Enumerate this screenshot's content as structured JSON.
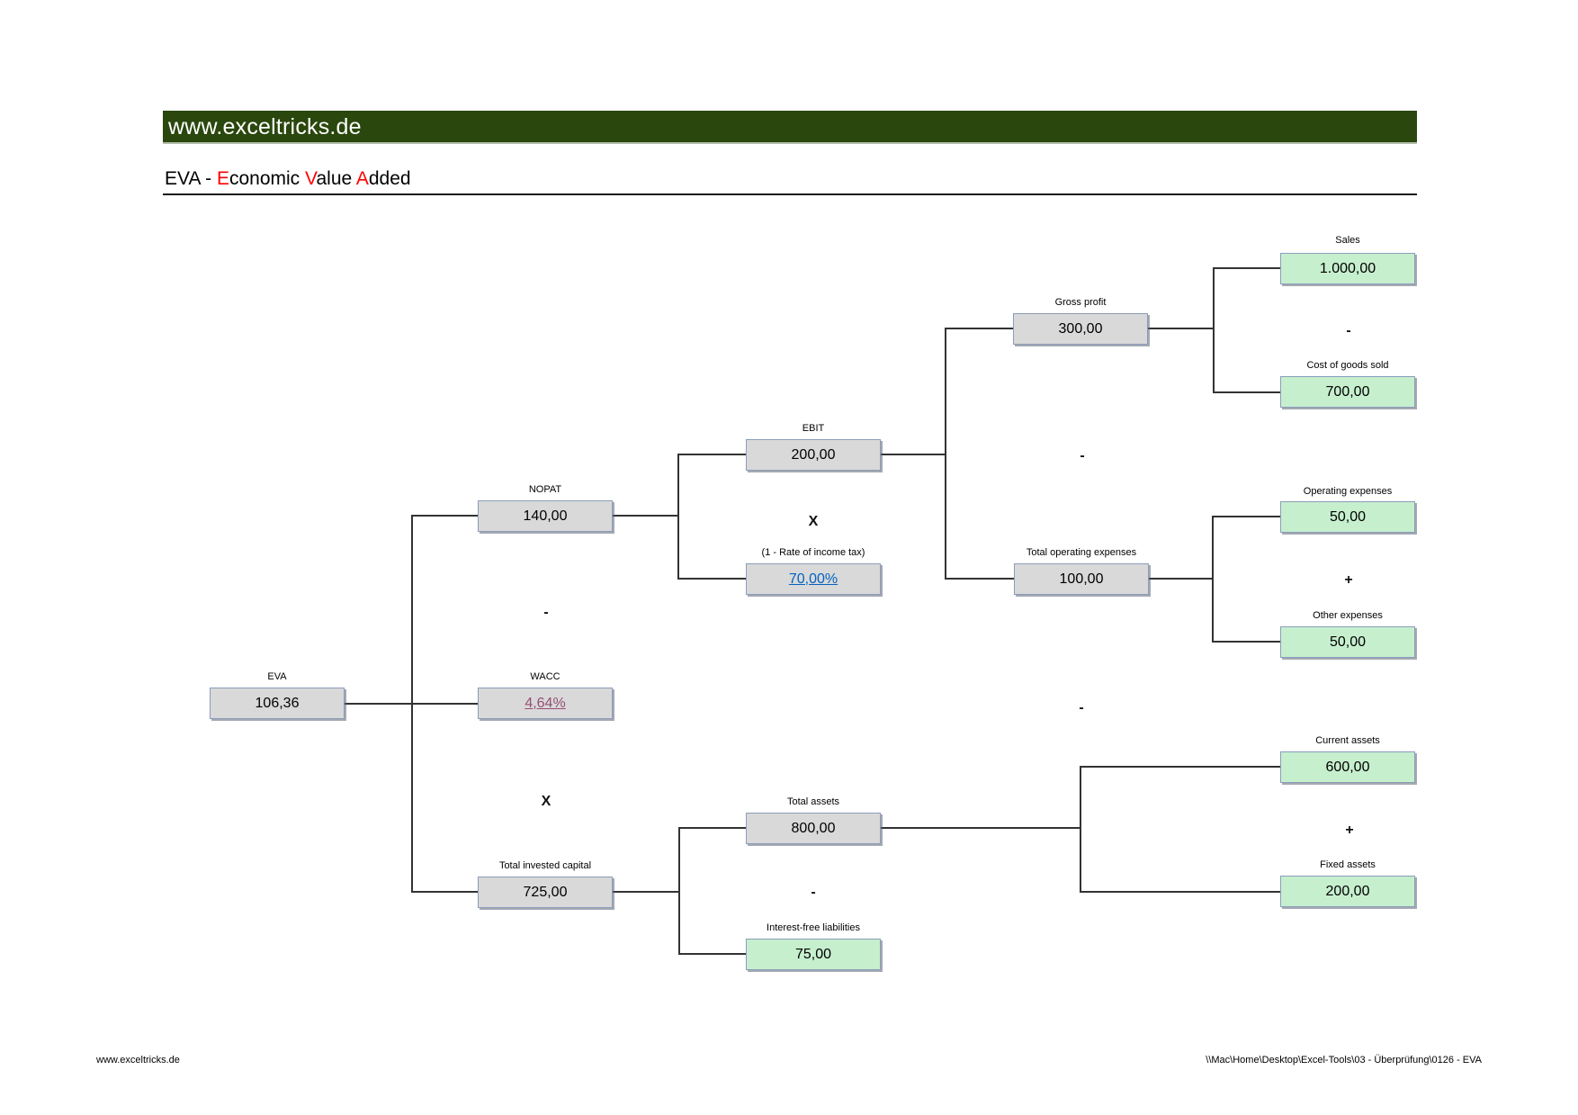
{
  "banner": {
    "text": "www.exceltricks.de"
  },
  "title": {
    "segments": [
      {
        "text": "EVA - ",
        "color": "black"
      },
      {
        "text": "E",
        "color": "red"
      },
      {
        "text": "conomic ",
        "color": "black"
      },
      {
        "text": "V",
        "color": "red"
      },
      {
        "text": "alue ",
        "color": "black"
      },
      {
        "text": "A",
        "color": "red"
      },
      {
        "text": "dded",
        "color": "black"
      }
    ]
  },
  "nodes": {
    "eva": {
      "label": "EVA",
      "value": "106,36"
    },
    "nopat": {
      "label": "NOPAT",
      "value": "140,00"
    },
    "wacc": {
      "label": "WACC",
      "value": "4,64%"
    },
    "tic": {
      "label": "Total invested capital",
      "value": "725,00"
    },
    "ebit": {
      "label": "EBIT",
      "value": "200,00"
    },
    "tax": {
      "label": "(1 - Rate of income tax)",
      "value": "70,00%"
    },
    "total_assets": {
      "label": "Total assets",
      "value": "800,00"
    },
    "ifl": {
      "label": "Interest-free liabilities",
      "value": "75,00"
    },
    "gross_profit": {
      "label": "Gross profit",
      "value": "300,00"
    },
    "toe": {
      "label": "Total operating expenses",
      "value": "100,00"
    },
    "sales": {
      "label": "Sales",
      "value": "1.000,00"
    },
    "cogs": {
      "label": "Cost of goods sold",
      "value": "700,00"
    },
    "opex": {
      "label": "Operating expenses",
      "value": "50,00"
    },
    "other_expenses": {
      "label": "Other expenses",
      "value": "50,00"
    },
    "current_assets": {
      "label": "Current assets",
      "value": "600,00"
    },
    "fixed_assets": {
      "label": "Fixed assets",
      "value": "200,00"
    }
  },
  "operators": {
    "nopat_minus_wacc": "-",
    "wacc_times_tic": "X",
    "ebit_times_tax": "X",
    "ta_minus_ifl": "-",
    "gp_minus_toe": "-",
    "mid_minus": "-",
    "sales_minus_cogs": "-",
    "opex_plus_other": "+",
    "ca_plus_fa": "+"
  },
  "footer": {
    "left": "www.exceltricks.de",
    "right": "\\\\Mac\\Home\\Desktop\\Excel-Tools\\03 - Überprüfung\\0126 - EVA"
  },
  "colors": {
    "banner_bg": "#2a470d",
    "box_gray": "#d9d9d9",
    "box_green": "#c6efce",
    "box_border": "#8b9cba",
    "hyperlink_blue": "#0563c1",
    "visited_link_purple": "#954f72",
    "accent_red": "#ff0000"
  }
}
